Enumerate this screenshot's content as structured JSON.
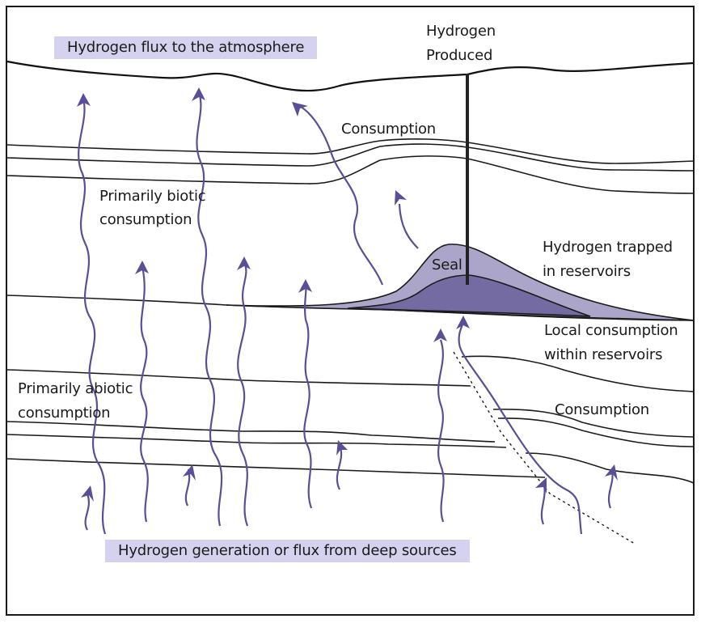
{
  "title": "Hydrogen system: generation, migration, trapping and consumption",
  "colors": {
    "flow_arrow": "#5a4f96",
    "seal": "#aaa5c9",
    "reservoir": "#756ba3",
    "label_highlight": "#d4d2ef",
    "strata_line": "#1a1a1a"
  },
  "labels": {
    "flux_atmosphere": "Hydrogen flux to the atmosphere",
    "hydrogen_produced_line1": "Hydrogen",
    "hydrogen_produced_line2": "Produced",
    "consumption_upper": "Consumption",
    "primarily_biotic_line1": "Primarily biotic",
    "primarily_biotic_line2": "consumption",
    "seal": "Seal",
    "trapped_line1": "Hydrogen trapped",
    "trapped_line2": "in reservoirs",
    "local_consumption_line1": "Local consumption",
    "local_consumption_line2": "within reservoirs",
    "primarily_abiotic_line1": "Primarily abiotic",
    "primarily_abiotic_line2": "consumption",
    "consumption_lower": "Consumption",
    "deep_sources": "Hydrogen generation or flux from deep sources"
  },
  "elements": {
    "well": "production well",
    "fault": "fault (dashed line)",
    "arrows": "upward hydrogen migration paths"
  }
}
